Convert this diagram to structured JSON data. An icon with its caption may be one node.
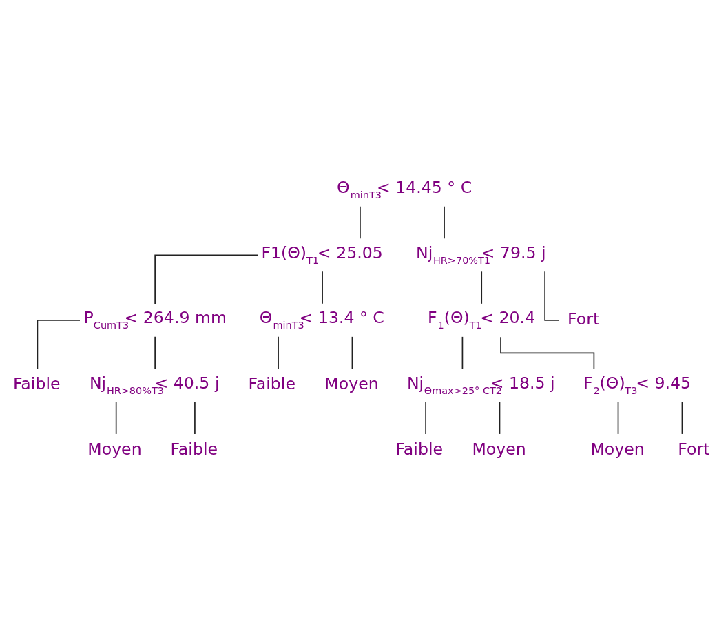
{
  "diagram": {
    "nodes": [
      {
        "text": [
          "Θ$_{minT3}$< 14.45 ° C"
        ]
      },
      {
        "text": [
          "F1(Θ)$_{T1}$< 25.05"
        ]
      },
      {
        "text": [
          "P$_{CumT3}$< 264.9 mm"
        ]
      },
      {
        "text": [
          "Faible"
        ]
      },
      {
        "text": [
          "Nj$_{HR>80%T3}$< 40.5 j"
        ]
      },
      {
        "text": [
          "Moyen"
        ]
      },
      {
        "text": [
          "Faible"
        ]
      },
      {
        "text": [
          "Θ$_{minT3}$< 13.4 ° C"
        ]
      },
      {
        "text": [
          "Faible"
        ]
      },
      {
        "text": [
          "Moyen"
        ]
      },
      {
        "text": [
          "Nj$_{HR>70%T1}$< 79.5 j"
        ]
      },
      {
        "text": [
          "F$_{1}$(Θ)$_{T1}$< 20.4"
        ]
      },
      {
        "text": [
          "Nj$_{Θmax>25° CT2}$< 18.5 j"
        ]
      },
      {
        "text": [
          "Faible"
        ]
      },
      {
        "text": [
          "Moyen"
        ]
      },
      {
        "text": [
          "F$_{2}$(Θ)$_{T3}$< 9.45"
        ]
      },
      {
        "text": [
          "Moyen"
        ]
      },
      {
        "text": [
          "Fort"
        ]
      },
      {
        "text": [
          "Fort"
        ]
      }
    ],
    "edges": [
      {
        "from": 0,
        "to": 1,
        "arrow": "none"
      },
      {
        "from": 0,
        "to": 10,
        "arrow": "none"
      },
      {
        "from": 1,
        "to": 2,
        "arrow": "none"
      },
      {
        "from": 1,
        "to": 7,
        "arrow": "none"
      },
      {
        "from": 2,
        "to": 3,
        "arrow": "none"
      },
      {
        "from": 2,
        "to": 4,
        "arrow": "none"
      },
      {
        "from": 4,
        "to": 5,
        "arrow": "none"
      },
      {
        "from": 4,
        "to": 6,
        "arrow": "none"
      },
      {
        "from": 7,
        "to": 8,
        "arrow": "none"
      },
      {
        "from": 7,
        "to": 9,
        "arrow": "none"
      },
      {
        "from": 10,
        "to": 11,
        "arrow": "none"
      },
      {
        "from": 10,
        "to": 18,
        "arrow": "none"
      },
      {
        "from": 11,
        "to": 12,
        "arrow": "none"
      },
      {
        "from": 11,
        "to": 15,
        "arrow": "none"
      },
      {
        "from": 12,
        "to": 13,
        "arrow": "none"
      },
      {
        "from": 12,
        "to": 14,
        "arrow": "none"
      },
      {
        "from": 15,
        "to": 16,
        "arrow": "none"
      },
      {
        "from": 15,
        "to": 17,
        "arrow": "none"
      }
    ]
  }
}
